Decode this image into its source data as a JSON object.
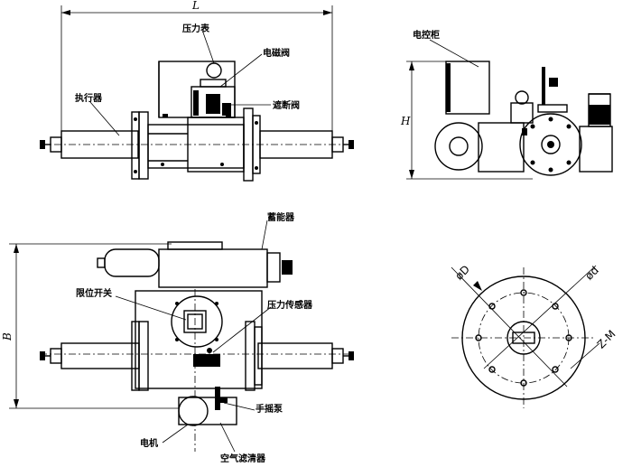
{
  "labels": {
    "pressure_gauge": "压力表",
    "solenoid_valve": "电磁阀",
    "actuator": "执行器",
    "shutoff_valve": "遮断阀",
    "control_cabinet": "电控柜",
    "accumulator": "蓄能器",
    "limit_switch": "限位开关",
    "pressure_sensor": "压力传感器",
    "motor": "电机",
    "hand_pump": "手摇泵",
    "air_filter": "空气滤清器"
  },
  "dimensions": {
    "length": "L",
    "height": "H",
    "width": "B",
    "outer_dia": "øD",
    "bolt_circle_dia": "ød",
    "holes": "Z-M"
  }
}
